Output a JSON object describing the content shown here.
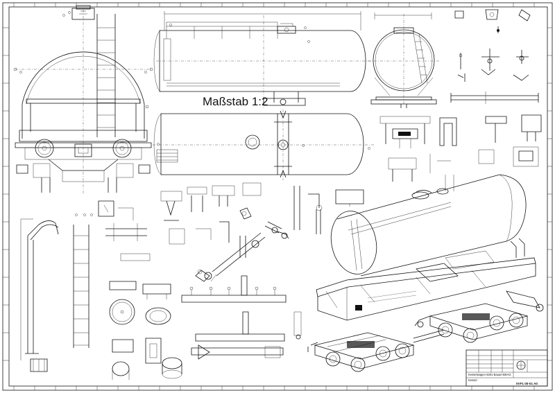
{
  "drawing": {
    "scale_label": "Maßstab 1:2",
    "title_block": {
      "line1": "Kesselwagen 6301 Bauart BEAG",
      "line2": "Kessel",
      "drawing_no": "0VF1 00-01 A0"
    }
  }
}
